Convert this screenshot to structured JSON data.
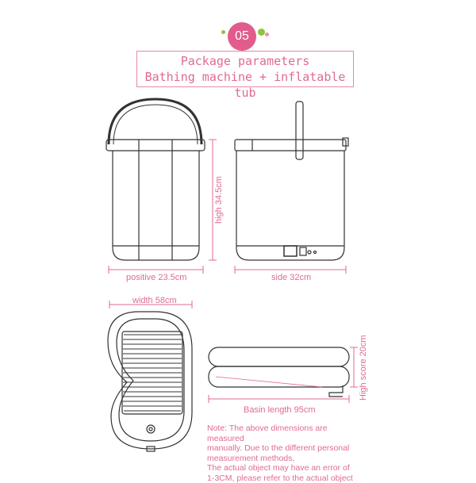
{
  "badge": {
    "number": "05",
    "color": "#e15c8c"
  },
  "title": {
    "line1": "Package parameters",
    "line2": "Bathing machine + inflatable tub"
  },
  "dimensions": {
    "height": "high 34.5cm",
    "front_width": "positive 23.5cm",
    "side_width": "side 32cm",
    "tub_width": "width 58cm",
    "tub_length": "Basin length  95cm",
    "tub_height": "High score 20cm"
  },
  "note": {
    "lines": [
      "Note: The above dimensions are measured",
      "manually. Due to the different personal",
      "measurement methods,",
      "The actual object may have an error of",
      "1-3CM, please refer to the actual object"
    ]
  },
  "colors": {
    "accent": "#e06a93",
    "line": "#333333",
    "green_dot": "#8cc63f",
    "pink_dot": "#f08fb0"
  }
}
